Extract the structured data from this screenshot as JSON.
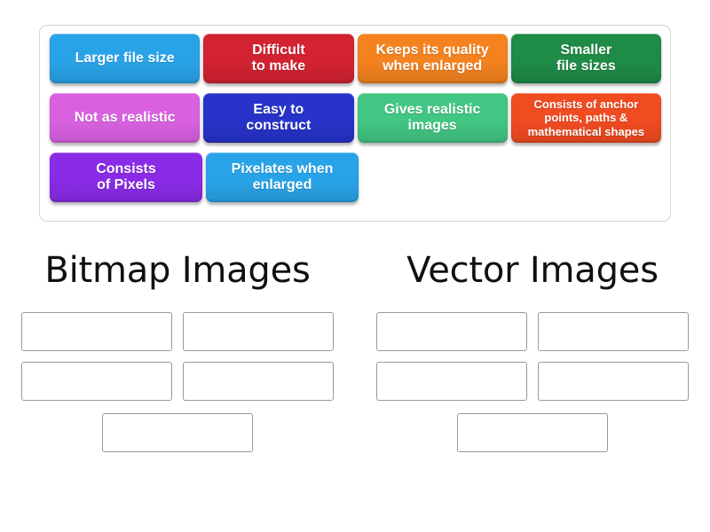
{
  "activity": {
    "type": "group-sort",
    "tray_label": "Unsorted answer tiles"
  },
  "tiles": [
    {
      "id": "tile-1",
      "label": "Larger file size",
      "color": "#29A3E8",
      "lines": 1
    },
    {
      "id": "tile-2",
      "label": "Difficult\nto make",
      "color": "#D32231",
      "lines": 2
    },
    {
      "id": "tile-3",
      "label": "Keeps its quality\nwhen enlarged",
      "color": "#F4821F",
      "lines": 2
    },
    {
      "id": "tile-4",
      "label": "Smaller\nfile sizes",
      "color": "#1E8B47",
      "lines": 2
    },
    {
      "id": "tile-5",
      "label": "Not as realistic",
      "color": "#D961E0",
      "lines": 1
    },
    {
      "id": "tile-6",
      "label": "Easy to\nconstruct",
      "color": "#2733C9",
      "lines": 2
    },
    {
      "id": "tile-7",
      "label": "Gives realistic\nimages",
      "color": "#42C683",
      "lines": 2
    },
    {
      "id": "tile-8",
      "label": "Consists of anchor\npoints, paths &\nmathematical shapes",
      "color": "#F04B21",
      "lines": 3
    },
    {
      "id": "tile-9",
      "label": "Consists\nof Pixels",
      "color": "#8A2BE8",
      "lines": 2
    },
    {
      "id": "tile-10",
      "label": "Pixelates when\nenlarged",
      "color": "#29A3E8",
      "lines": 2
    }
  ],
  "columns": [
    {
      "id": "col-bitmap",
      "heading": "Bitmap Images",
      "slot_count": 5,
      "slots": [
        "",
        "",
        "",
        "",
        ""
      ]
    },
    {
      "id": "col-vector",
      "heading": "Vector Images",
      "slot_count": 5,
      "slots": [
        "",
        "",
        "",
        "",
        ""
      ]
    }
  ],
  "colors": {
    "tray_border": "#d4d4d4",
    "slot_border": "#9a9a9a",
    "page_background": "#ffffff",
    "heading_text": "#101010",
    "tile_text": "#ffffff"
  }
}
